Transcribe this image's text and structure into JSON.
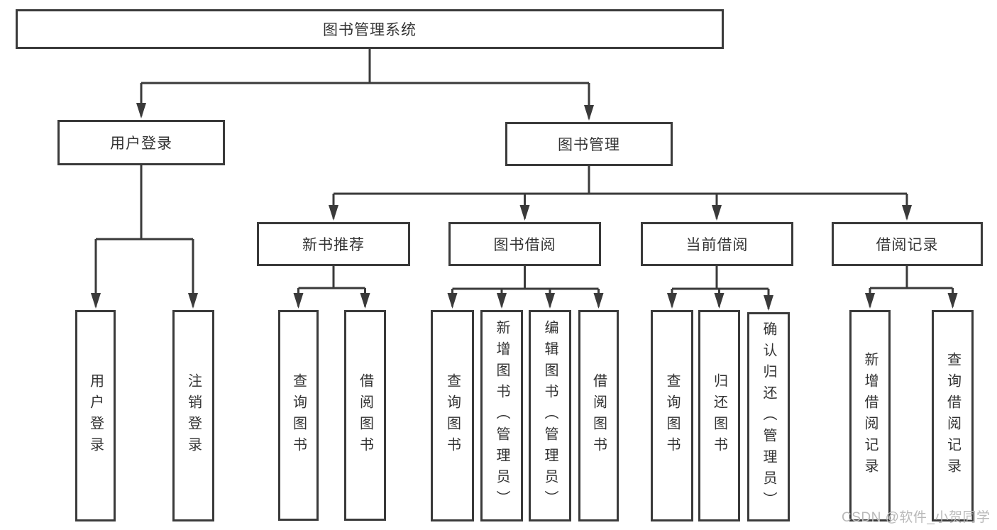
{
  "diagram": {
    "root": {
      "label": "图书管理系统"
    },
    "branches": [
      {
        "label": "用户登录",
        "children": [
          "用户登录",
          "注销登录"
        ]
      },
      {
        "label": "图书管理",
        "groups": [
          {
            "label": "新书推荐",
            "children": [
              "查询图书",
              "借阅图书"
            ]
          },
          {
            "label": "图书借阅",
            "children": [
              "查询图书",
              "新增图书（管理员）",
              "编辑图书（管理员）",
              "借阅图书"
            ]
          },
          {
            "label": "当前借阅",
            "children": [
              "查询图书",
              "归还图书",
              "确认归还（管理员）"
            ]
          },
          {
            "label": "借阅记录",
            "children": [
              "新增借阅记录",
              "查询借阅记录"
            ]
          }
        ]
      }
    ],
    "watermark": "CSDN @软件_小贺同学",
    "colors": {
      "line": "#3a3a3a",
      "box_border": "#3a3a3a",
      "text": "#333333",
      "watermark": "#b9b9b9",
      "background": "#ffffff"
    }
  }
}
